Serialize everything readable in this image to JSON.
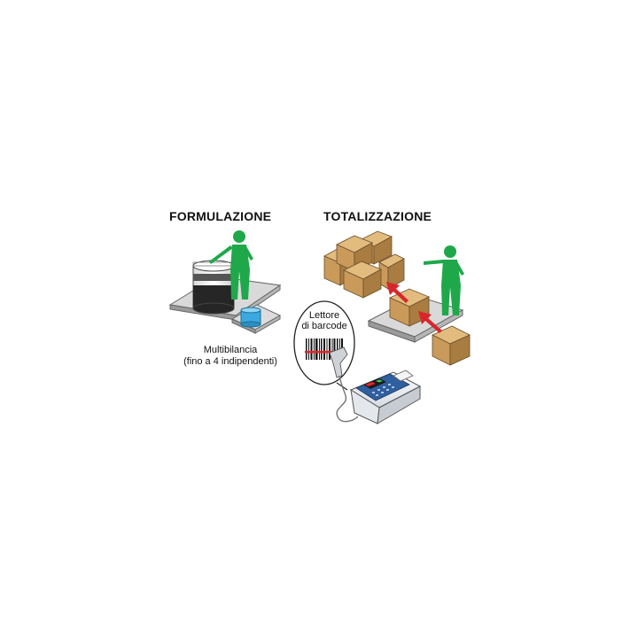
{
  "left_panel": {
    "title": "FORMULAZIONE",
    "caption_line1": "Multibilancia",
    "caption_line2": "(fino a 4 indipendenti)"
  },
  "right_panel": {
    "title": "TOTALIZZAZIONE",
    "callout_line1": "Lettore",
    "callout_line2": "di barcode"
  },
  "colors": {
    "figure_green": "#1fa84a",
    "box_tan": "#c99a5a",
    "arrow_red": "#d8262c",
    "platform_gray": "#d4d4d4",
    "liquid_blue": "#3aa9df",
    "terminal_blue": "#2f5f9e"
  },
  "icons": [
    "person-figure-icon",
    "drum-icon",
    "beaker-icon",
    "box-icon",
    "arrow-icon",
    "barcode-scanner-icon",
    "weighing-terminal-icon"
  ]
}
